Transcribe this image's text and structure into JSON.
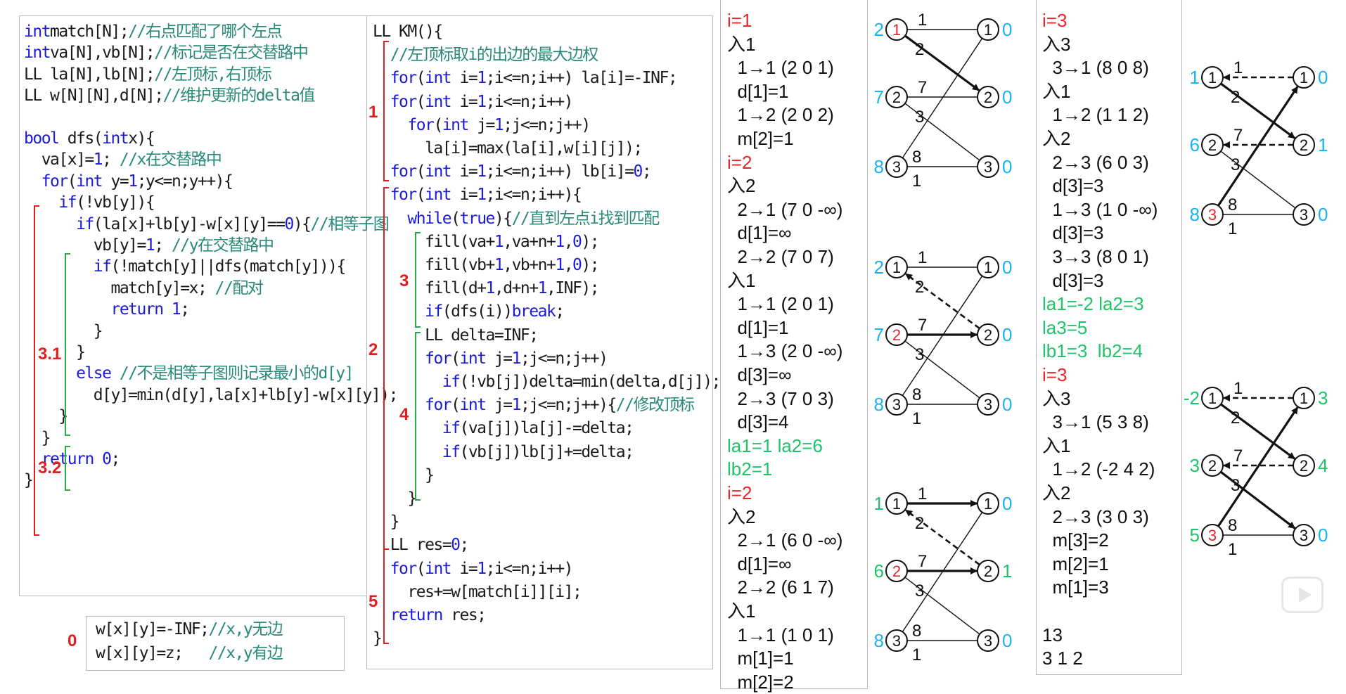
{
  "code_dfs": [
    [
      [
        "kw",
        "int"
      ],
      [
        "",
        "match[N];"
      ],
      [
        "cm",
        "//右点匹配了哪个左点"
      ]
    ],
    [
      [
        "kw",
        "int"
      ],
      [
        "",
        "va[N],vb[N];"
      ],
      [
        "cm",
        "//标记是否在交替路中"
      ]
    ],
    [
      [
        "",
        "LL la[N],lb[N];"
      ],
      [
        "cm",
        "//左顶标,右顶标"
      ]
    ],
    [
      [
        "",
        "LL w[N][N],d[N];"
      ],
      [
        "cm",
        "//维护更新的delta值"
      ]
    ],
    [
      [
        "",
        ""
      ]
    ],
    [
      [
        "kw",
        "bool"
      ],
      [
        "",
        ""
      ],
      [
        "",
        "dfs("
      ],
      [
        "kw",
        "int"
      ],
      [
        "",
        "x){"
      ]
    ],
    [
      [
        "",
        "  va[x]="
      ],
      [
        "num",
        "1"
      ],
      [
        "",
        "; "
      ],
      [
        "cm",
        "//x在交替路中"
      ]
    ],
    [
      [
        "",
        "  "
      ],
      [
        "kw",
        "for"
      ],
      [
        "",
        "("
      ],
      [
        "kw",
        "int"
      ],
      [
        "",
        ""
      ],
      [
        "",
        "y="
      ],
      [
        "num",
        "1"
      ],
      [
        "",
        ";y<=n;y++){"
      ]
    ],
    [
      [
        "",
        "    "
      ],
      [
        "kw",
        "if"
      ],
      [
        "",
        "(!vb[y]){"
      ]
    ],
    [
      [
        "",
        "      "
      ],
      [
        "kw",
        "if"
      ],
      [
        "",
        "(la[x]+lb[y]-w[x][y]=="
      ],
      [
        "num",
        "0"
      ],
      [
        "",
        "){"
      ],
      [
        "cm",
        "//相等子图"
      ]
    ],
    [
      [
        "",
        "        vb[y]="
      ],
      [
        "num",
        "1"
      ],
      [
        "",
        "; "
      ],
      [
        "cm",
        "//y在交替路中"
      ]
    ],
    [
      [
        "",
        "        "
      ],
      [
        "kw",
        "if"
      ],
      [
        "",
        "(!match[y]||dfs(match[y])){"
      ]
    ],
    [
      [
        "",
        "          match[y]=x; "
      ],
      [
        "cm",
        "//配对"
      ]
    ],
    [
      [
        "",
        "          "
      ],
      [
        "kw",
        "return"
      ],
      [
        "",
        ""
      ],
      [
        "num",
        "1"
      ],
      [
        "",
        ";"
      ]
    ],
    [
      [
        "",
        "        }"
      ]
    ],
    [
      [
        "",
        "      }"
      ]
    ],
    [
      [
        "",
        "      "
      ],
      [
        "kw",
        "else"
      ],
      [
        "",
        ""
      ],
      [
        "cm",
        "//不是相等子图则记录最小的d[y]"
      ]
    ],
    [
      [
        "",
        "        d[y]=min(d[y],la[x]+lb[y]-w[x][y]);"
      ]
    ],
    [
      [
        "",
        "    }"
      ]
    ],
    [
      [
        "",
        "  }"
      ]
    ],
    [
      [
        "",
        "  "
      ],
      [
        "kw",
        "return"
      ],
      [
        "",
        ""
      ],
      [
        "num",
        "0"
      ],
      [
        "",
        ";"
      ]
    ],
    [
      [
        "",
        "}"
      ]
    ]
  ],
  "code_init": [
    [
      [
        "",
        "w[x][y]=-INF;"
      ],
      [
        "cm",
        "//x,y无边"
      ]
    ],
    [
      [
        "",
        "w[x][y]=z;   "
      ],
      [
        "cm",
        "//x,y有边"
      ]
    ]
  ],
  "code_km": [
    [
      [
        "",
        "LL KM(){"
      ]
    ],
    [
      [
        "",
        "  "
      ],
      [
        "cm",
        "//左顶标取i的出边的最大边权"
      ]
    ],
    [
      [
        "",
        "  "
      ],
      [
        "kw",
        "for"
      ],
      [
        "",
        "("
      ],
      [
        "kw",
        "int"
      ],
      [
        "",
        ""
      ],
      [
        "",
        "i="
      ],
      [
        "num",
        "1"
      ],
      [
        "",
        ";i<=n;i++) la[i]=-INF;"
      ]
    ],
    [
      [
        "",
        "  "
      ],
      [
        "kw",
        "for"
      ],
      [
        "",
        "("
      ],
      [
        "kw",
        "int"
      ],
      [
        "",
        ""
      ],
      [
        "",
        "i="
      ],
      [
        "num",
        "1"
      ],
      [
        "",
        ";i<=n;i++)"
      ]
    ],
    [
      [
        "",
        "    "
      ],
      [
        "kw",
        "for"
      ],
      [
        "",
        "("
      ],
      [
        "kw",
        "int"
      ],
      [
        "",
        ""
      ],
      [
        "",
        "j="
      ],
      [
        "num",
        "1"
      ],
      [
        "",
        ";j<=n;j++)"
      ]
    ],
    [
      [
        "",
        "      la[i]=max(la[i],w[i][j]);"
      ]
    ],
    [
      [
        "",
        "  "
      ],
      [
        "kw",
        "for"
      ],
      [
        "",
        "("
      ],
      [
        "kw",
        "int"
      ],
      [
        "",
        ""
      ],
      [
        "",
        "i="
      ],
      [
        "num",
        "1"
      ],
      [
        "",
        ";i<=n;i++) lb[i]="
      ],
      [
        "num",
        "0"
      ],
      [
        "",
        ";"
      ]
    ],
    [
      [
        "",
        "  "
      ],
      [
        "kw",
        "for"
      ],
      [
        "",
        "("
      ],
      [
        "kw",
        "int"
      ],
      [
        "",
        ""
      ],
      [
        "",
        "i="
      ],
      [
        "num",
        "1"
      ],
      [
        "",
        ";i<=n;i++){"
      ]
    ],
    [
      [
        "",
        "    "
      ],
      [
        "kw",
        "while"
      ],
      [
        "",
        "("
      ],
      [
        "kw",
        "true"
      ],
      [
        "",
        "){"
      ],
      [
        "cm",
        "//直到左点i找到匹配"
      ]
    ],
    [
      [
        "",
        "      fill(va+"
      ],
      [
        "num",
        "1"
      ],
      [
        "",
        ",va+n+"
      ],
      [
        "num",
        "1"
      ],
      [
        "",
        ","
      ],
      [
        "num",
        "0"
      ],
      [
        "",
        ");"
      ]
    ],
    [
      [
        "",
        "      fill(vb+"
      ],
      [
        "num",
        "1"
      ],
      [
        "",
        ",vb+n+"
      ],
      [
        "num",
        "1"
      ],
      [
        "",
        ","
      ],
      [
        "num",
        "0"
      ],
      [
        "",
        ");"
      ]
    ],
    [
      [
        "",
        "      fill(d+"
      ],
      [
        "num",
        "1"
      ],
      [
        "",
        ",d+n+"
      ],
      [
        "num",
        "1"
      ],
      [
        "",
        ",INF);"
      ]
    ],
    [
      [
        "",
        "      "
      ],
      [
        "kw",
        "if"
      ],
      [
        "",
        "(dfs(i))"
      ],
      [
        "kw",
        "break"
      ],
      [
        "",
        ";"
      ]
    ],
    [
      [
        "",
        "      LL delta=INF;"
      ]
    ],
    [
      [
        "",
        "      "
      ],
      [
        "kw",
        "for"
      ],
      [
        "",
        "("
      ],
      [
        "kw",
        "int"
      ],
      [
        "",
        ""
      ],
      [
        "",
        "j="
      ],
      [
        "num",
        "1"
      ],
      [
        "",
        ";j<=n;j++)"
      ]
    ],
    [
      [
        "",
        "        "
      ],
      [
        "kw",
        "if"
      ],
      [
        "",
        "(!vb[j])delta=min(delta,d[j]);"
      ]
    ],
    [
      [
        "",
        "      "
      ],
      [
        "kw",
        "for"
      ],
      [
        "",
        "("
      ],
      [
        "kw",
        "int"
      ],
      [
        "",
        ""
      ],
      [
        "",
        "j="
      ],
      [
        "num",
        "1"
      ],
      [
        "",
        ";j<=n;j++){"
      ],
      [
        "cm",
        "//修改顶标"
      ]
    ],
    [
      [
        "",
        "        "
      ],
      [
        "kw",
        "if"
      ],
      [
        "",
        "(va[j])la[j]-=delta;"
      ]
    ],
    [
      [
        "",
        "        "
      ],
      [
        "kw",
        "if"
      ],
      [
        "",
        "(vb[j])lb[j]+=delta;"
      ]
    ],
    [
      [
        "",
        "      }"
      ]
    ],
    [
      [
        "",
        "    }"
      ]
    ],
    [
      [
        "",
        "  }"
      ]
    ],
    [
      [
        "",
        "  LL res="
      ],
      [
        "num",
        "0"
      ],
      [
        "",
        ";"
      ]
    ],
    [
      [
        "",
        "  "
      ],
      [
        "kw",
        "for"
      ],
      [
        "",
        "("
      ],
      [
        "kw",
        "int"
      ],
      [
        "",
        ""
      ],
      [
        "",
        "i="
      ],
      [
        "num",
        "1"
      ],
      [
        "",
        ";i<=n;i++)"
      ]
    ],
    [
      [
        "",
        "    res+=w[match[i]][i];"
      ]
    ],
    [
      [
        "",
        "  "
      ],
      [
        "kw",
        "return"
      ],
      [
        "",
        ""
      ],
      [
        "",
        "res;"
      ]
    ],
    [
      [
        "",
        "}"
      ]
    ]
  ],
  "labels_dfs": [
    "3.1",
    "3.2"
  ],
  "labels_km": [
    "1",
    "2",
    "3",
    "4",
    "5"
  ],
  "label_init": "0",
  "trace1": [
    [
      "r",
      "i=1"
    ],
    [
      "",
      "入1"
    ],
    [
      "",
      "  1→1 (2 0 1)"
    ],
    [
      "",
      "  d[1]=1"
    ],
    [
      "",
      "  1→2 (2 0 2)"
    ],
    [
      "",
      "  m[2]=1"
    ],
    [
      "r",
      "i=2"
    ],
    [
      "",
      "入2"
    ],
    [
      "",
      "  2→1 (7 0 -∞)"
    ],
    [
      "",
      "  d[1]=∞"
    ],
    [
      "",
      "  2→2 (7 0 7)"
    ],
    [
      "",
      "入1"
    ],
    [
      "",
      "  1→1 (2 0 1)"
    ],
    [
      "",
      "  d[1]=1"
    ],
    [
      "",
      "  1→3 (2 0 -∞)"
    ],
    [
      "",
      "  d[3]=∞"
    ],
    [
      "",
      "  2→3 (7 0 3)"
    ],
    [
      "",
      "  d[3]=4"
    ],
    [
      "g",
      "la1=1 la2=6"
    ],
    [
      "g",
      "lb2=1"
    ],
    [
      "r",
      "i=2"
    ],
    [
      "",
      "入2"
    ],
    [
      "",
      "  2→1 (6 0 -∞)"
    ],
    [
      "",
      "  d[1]=∞"
    ],
    [
      "",
      "  2→2 (6 1 7)"
    ],
    [
      "",
      "入1"
    ],
    [
      "",
      "  1→1 (1 0 1)"
    ],
    [
      "",
      "  m[1]=1"
    ],
    [
      "",
      "  m[2]=2"
    ]
  ],
  "trace2": [
    [
      "r",
      "i=3"
    ],
    [
      "",
      "入3"
    ],
    [
      "",
      "  3→1 (8 0 8)"
    ],
    [
      "",
      "入1"
    ],
    [
      "",
      "  1→2 (1 1 2)"
    ],
    [
      "",
      "入2"
    ],
    [
      "",
      "  2→3 (6 0 3)"
    ],
    [
      "",
      "  d[3]=3"
    ],
    [
      "",
      "  1→3 (1 0 -∞)"
    ],
    [
      "",
      "  d[3]=3"
    ],
    [
      "",
      "  3→3 (8 0 1)"
    ],
    [
      "",
      "  d[3]=3"
    ],
    [
      "g",
      "la1=-2 la2=3"
    ],
    [
      "g",
      "la3=5"
    ],
    [
      "g",
      "lb1=3  lb2=4"
    ],
    [
      "r",
      "i=3"
    ],
    [
      "",
      "入3"
    ],
    [
      "",
      "  3→1 (5 3 8)"
    ],
    [
      "",
      "入1"
    ],
    [
      "",
      "  1→2 (-2 4 2)"
    ],
    [
      "",
      "入2"
    ],
    [
      "",
      "  2→3 (3 0 3)"
    ],
    [
      "",
      "  m[3]=2"
    ],
    [
      "",
      "  m[2]=1"
    ],
    [
      "",
      "  m[1]=3"
    ],
    [
      "",
      ""
    ],
    [
      "",
      "13"
    ],
    [
      "",
      "3 1 2"
    ]
  ],
  "graphs": [
    {
      "left": [
        [
          "2",
          "cyan",
          "1",
          "red"
        ],
        [
          "7",
          "cyan",
          "2",
          ""
        ],
        [
          "8",
          "cyan",
          "3",
          ""
        ]
      ],
      "right": [
        "0",
        "0",
        "0"
      ],
      "edges": [
        [
          "L1",
          "R1",
          "1",
          "thin"
        ],
        [
          "L1",
          "R2",
          "2",
          "bold"
        ],
        [
          "L2",
          "R2",
          "7",
          "thin"
        ],
        [
          "L2",
          "R3",
          "3",
          "thin"
        ],
        [
          "L3",
          "R1",
          "8",
          "thin"
        ],
        [
          "L3",
          "R3",
          "1",
          "thin"
        ]
      ]
    },
    {
      "left": [
        [
          "2",
          "cyan",
          "1",
          ""
        ],
        [
          "7",
          "cyan",
          "2",
          "red"
        ],
        [
          "8",
          "cyan",
          "3",
          ""
        ]
      ],
      "right": [
        "0",
        "0",
        "0"
      ],
      "edges": [
        [
          "L1",
          "R1",
          "1",
          "thin"
        ],
        [
          "R2",
          "L1",
          "2",
          "dash"
        ],
        [
          "L2",
          "R2",
          "7",
          "bold"
        ],
        [
          "L2",
          "R3",
          "3",
          "thin"
        ],
        [
          "L3",
          "R1",
          "8",
          "thin"
        ],
        [
          "L3",
          "R3",
          "1",
          "thin"
        ]
      ]
    },
    {
      "left": [
        [
          "1",
          "green",
          "1",
          ""
        ],
        [
          "6",
          "green",
          "2",
          "red"
        ],
        [
          "8",
          "cyan",
          "3",
          ""
        ]
      ],
      "right": [
        "0",
        "1g",
        "0"
      ],
      "edges": [
        [
          "L1",
          "R1",
          "1",
          "bold"
        ],
        [
          "R2",
          "L1",
          "2",
          "dash"
        ],
        [
          "L2",
          "R2",
          "7",
          "bold"
        ],
        [
          "L2",
          "R3",
          "3",
          "thin"
        ],
        [
          "L3",
          "R1",
          "8",
          "thin"
        ],
        [
          "L3",
          "R3",
          "1",
          "thin"
        ]
      ]
    },
    {
      "left": [
        [
          "1",
          "cyan",
          "1",
          ""
        ],
        [
          "6",
          "cyan",
          "2",
          ""
        ],
        [
          "8",
          "cyan",
          "3",
          "red"
        ]
      ],
      "right": [
        "0",
        "1",
        "0"
      ],
      "edges": [
        [
          "R1",
          "L1",
          "1",
          "dash"
        ],
        [
          "L1",
          "R2",
          "2",
          "bold"
        ],
        [
          "R2",
          "L2",
          "7",
          "dash"
        ],
        [
          "L2",
          "R3",
          "3",
          "thin"
        ],
        [
          "L3",
          "R1",
          "8",
          "bold"
        ],
        [
          "L3",
          "R3",
          "1",
          "thin"
        ]
      ]
    },
    {
      "left": [
        [
          "-2",
          "green",
          "1",
          ""
        ],
        [
          "3",
          "green",
          "2",
          ""
        ],
        [
          "5",
          "green",
          "3",
          "red"
        ]
      ],
      "right": [
        "3g",
        "4g",
        "0"
      ],
      "edges": [
        [
          "R1",
          "L1",
          "1",
          "dash"
        ],
        [
          "L1",
          "R2",
          "2",
          "bold"
        ],
        [
          "R2",
          "L2",
          "7",
          "dash"
        ],
        [
          "L2",
          "R3",
          "3",
          "bold"
        ],
        [
          "L3",
          "R1",
          "8",
          "bold"
        ],
        [
          "L3",
          "R3",
          "1",
          "thin"
        ]
      ]
    }
  ],
  "colors": {
    "red": "#e8242c",
    "green": "#1fc46a",
    "cyan": "#18b4f0",
    "keyword": "#1b1bd6",
    "comment": "#2a8a7a"
  }
}
